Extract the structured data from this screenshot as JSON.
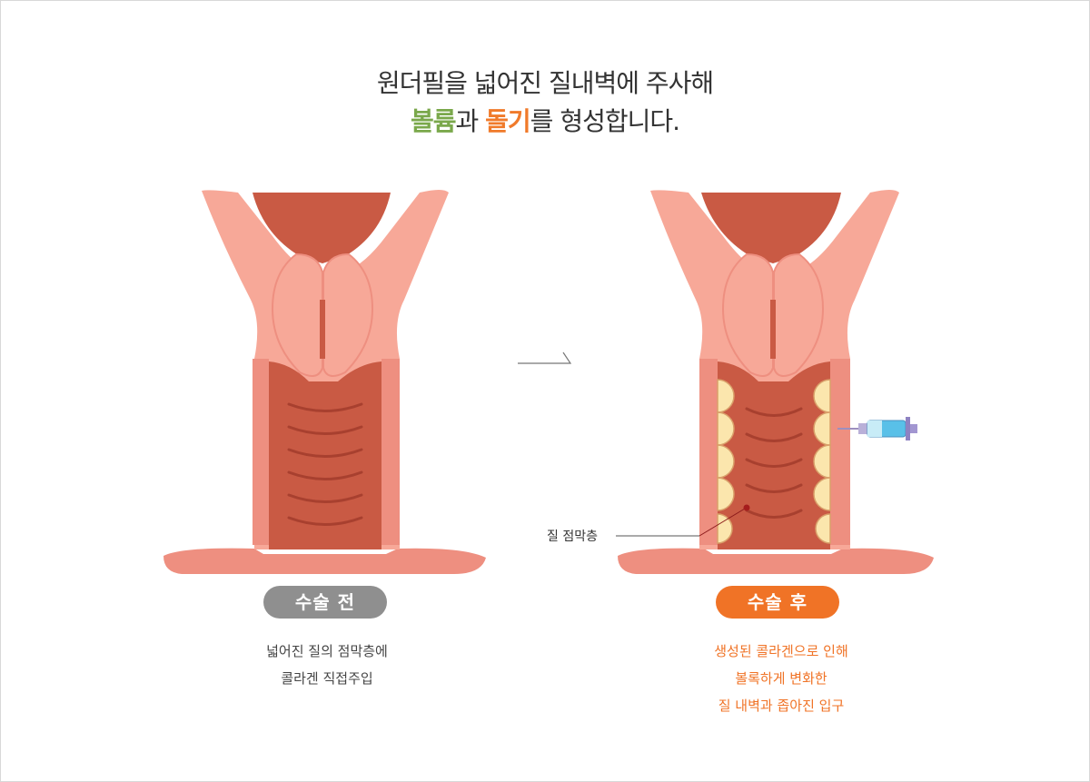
{
  "heading": {
    "line1": "원더필을 넓어진 질내벽에 주사해",
    "line2_part1": "볼륨",
    "line2_part2": "과 ",
    "line2_part3": "돌기",
    "line2_part4": "를 형성합니다."
  },
  "before": {
    "badge": "수술 전",
    "desc_line1": "넓어진 질의 점막층에",
    "desc_line2": "콜라겐 직접주입"
  },
  "after": {
    "badge": "수술 후",
    "desc_line1": "생성된 콜라겐으로 인해",
    "desc_line2": "볼록하게 변화한",
    "desc_line3": "질 내벽과 좁아진 입구"
  },
  "callout": {
    "label": "질 점막층"
  },
  "colors": {
    "tissue_light": "#f7a898",
    "tissue_mid": "#ee8f80",
    "canal": "#c95a44",
    "ridge": "#a8402f",
    "filler": "#fbe6ad",
    "accent_green": "#7aa84b",
    "accent_orange": "#f07326",
    "badge_gray": "#8f8f8f"
  },
  "icons": [
    "arrow-icon",
    "syringe-icon"
  ]
}
